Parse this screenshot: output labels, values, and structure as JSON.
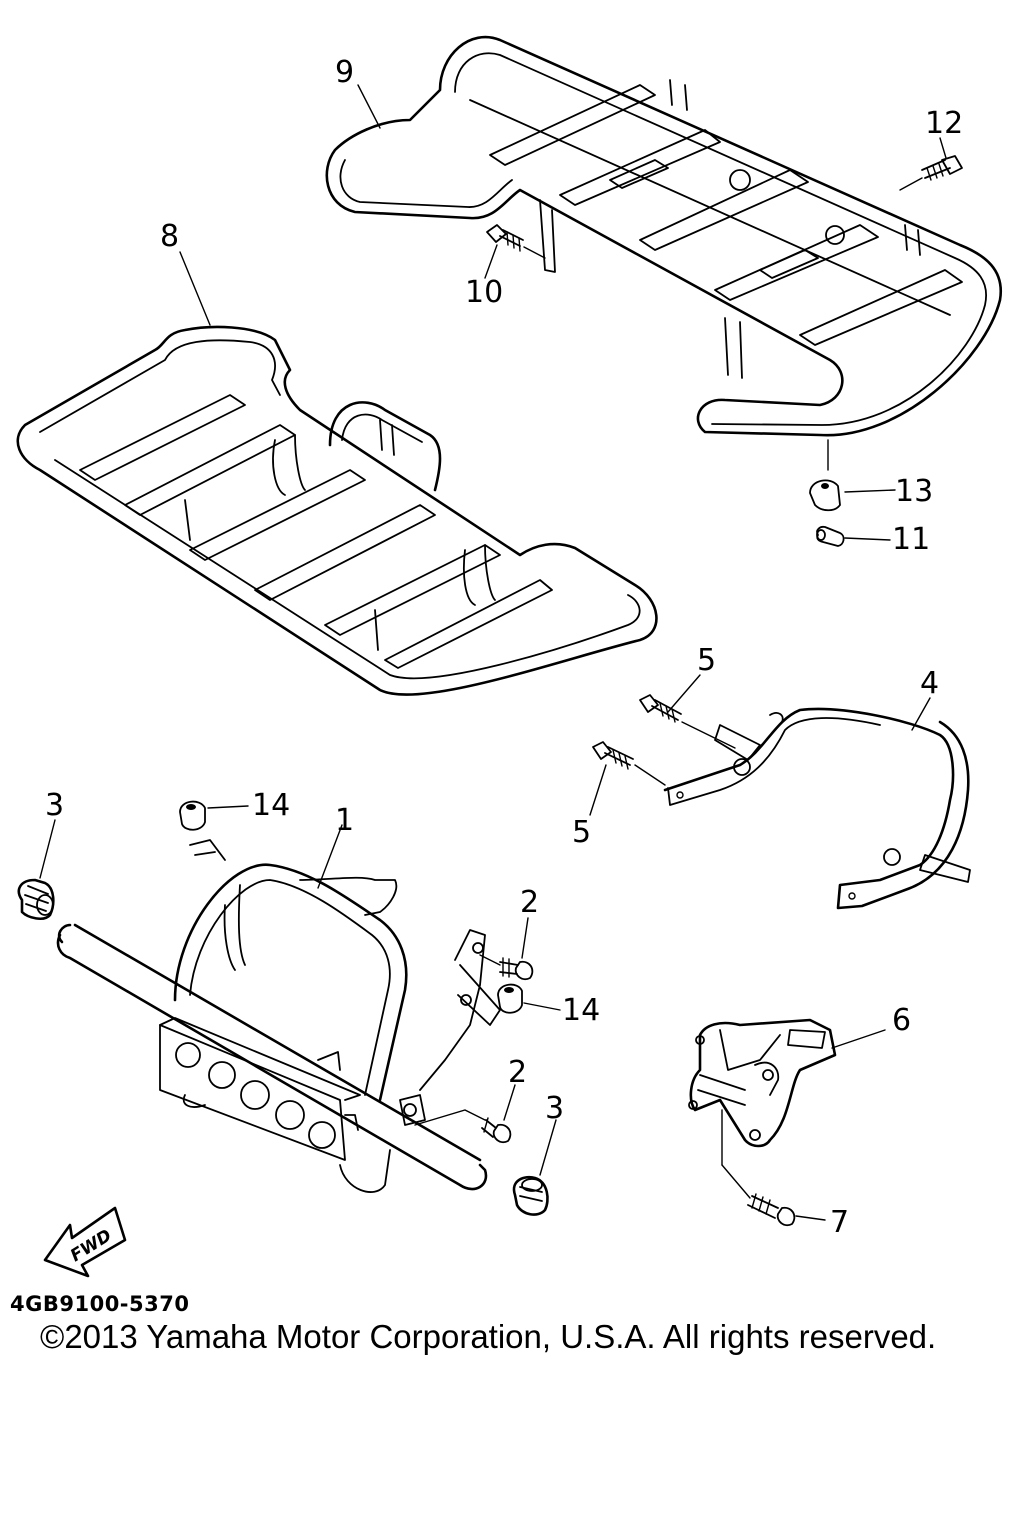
{
  "callouts": {
    "c1": "1",
    "c2a": "2",
    "c2b": "2",
    "c3a": "3",
    "c3b": "3",
    "c4": "4",
    "c5a": "5",
    "c5b": "5",
    "c6": "6",
    "c7": "7",
    "c8": "8",
    "c9": "9",
    "c10": "10",
    "c11": "11",
    "c12": "12",
    "c13": "13",
    "c14a": "14",
    "c14b": "14"
  },
  "fwd_label": "FWD",
  "diagram_code": "4GB9100-5370",
  "copyright": "©2013 Yamaha Motor Corporation, U.S.A. All rights reserved.",
  "colors": {
    "ink": "#000000",
    "background": "#ffffff"
  }
}
